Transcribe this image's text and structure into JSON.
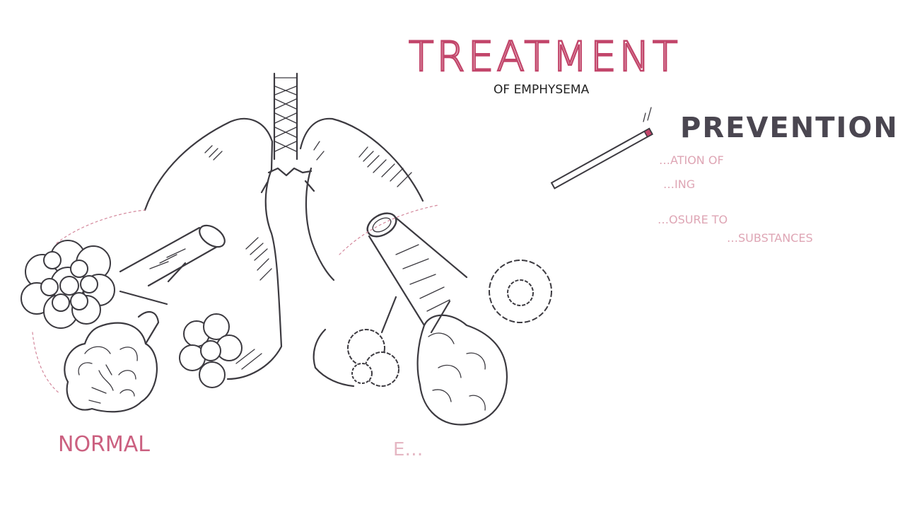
{
  "title": "TREATMENT",
  "subtitle": "OF EMPHYSEMA",
  "side_heading": "PREVENTION",
  "faded_notes": [
    "…ATION OF",
    "…ING",
    "…OSURE TO",
    "…SUBSTANCES"
  ],
  "bottom_labels": {
    "left": "NORMAL",
    "right": "E…"
  },
  "icons": [
    "cigarette-icon",
    "smoke-icon"
  ],
  "colors": {
    "ink": "#3c3a40",
    "accent": "#c2456a",
    "faded": "#d4889c"
  }
}
